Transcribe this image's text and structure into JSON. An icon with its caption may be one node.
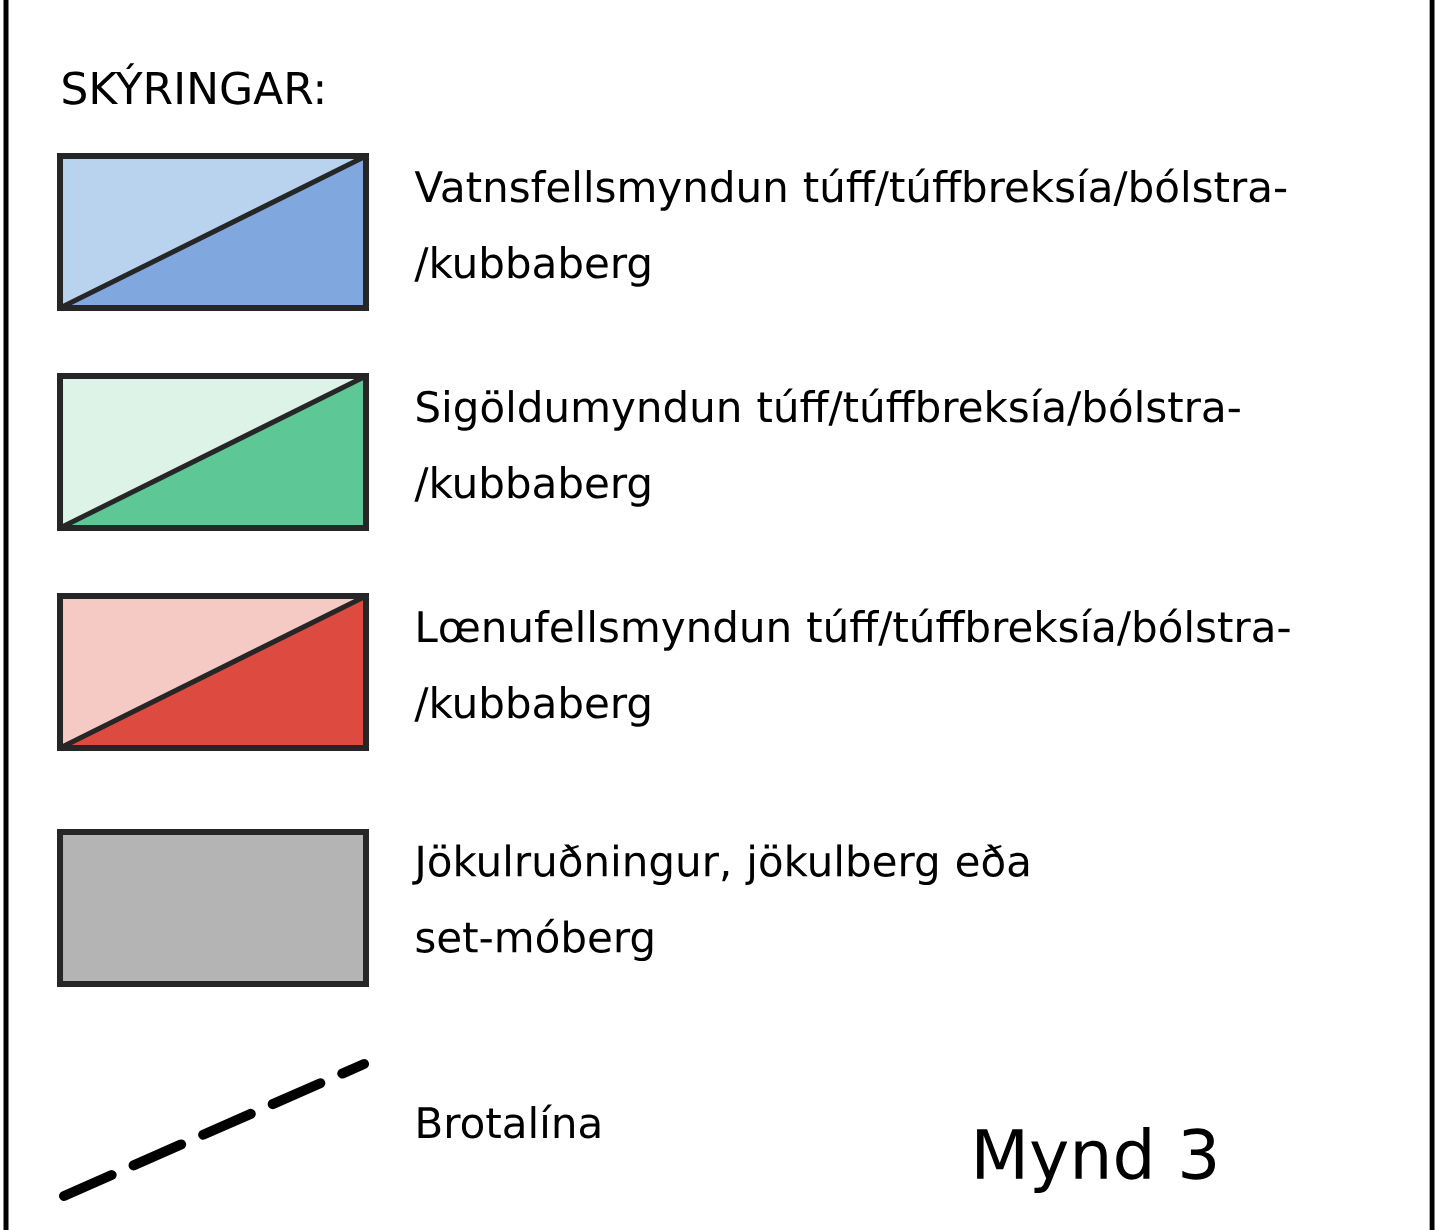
{
  "diagram": {
    "title": "SKÝRINGAR:",
    "labels": [
      "Mynd 3"
    ],
    "legend": [
      {
        "text": "Vatnsfellsmyndun túff/túffbreksía/bólstra-/kubbaberg"
      },
      {
        "text": "Sigöldumyndun túff/túffbreksía/bólstra-/kubbaberg"
      },
      {
        "text": "Lœnufellsmyndun túff/túffbreksía/bólstra-/kubbaberg"
      },
      {
        "text": "Jökulruðningur, jökulberg eða set-móberg",
        "color": "#b4b4b4"
      },
      {
        "text": "Brotalína"
      }
    ]
  }
}
